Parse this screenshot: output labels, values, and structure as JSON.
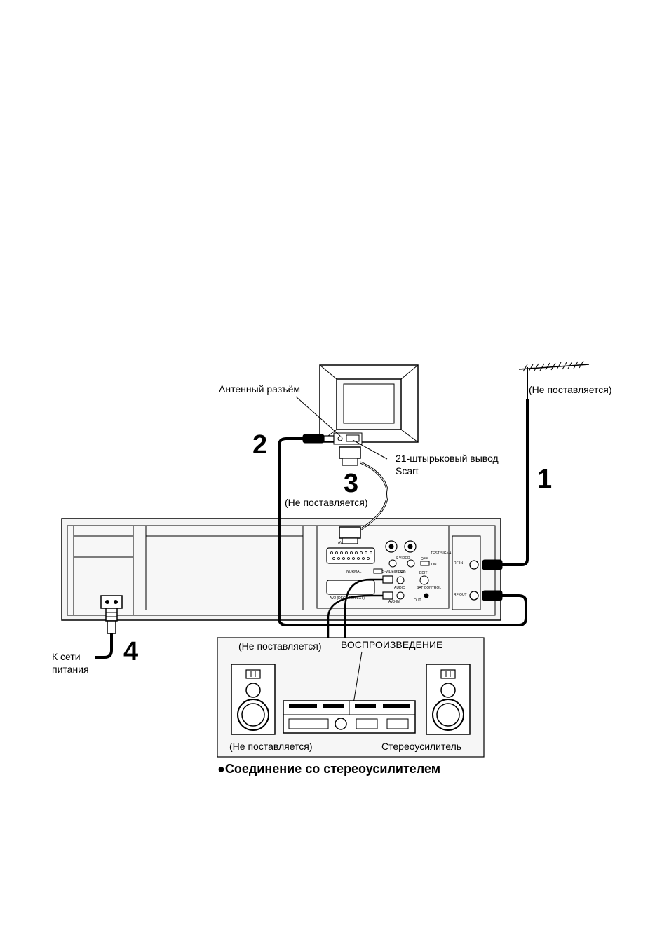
{
  "labels": {
    "antenna_socket": "Антенный разъём",
    "not_supplied_antenna": "(Не поставляется)",
    "scart_line1": "21-штырьковый вывод",
    "scart_line2": "Scart",
    "not_supplied_scart": "(Не поставляется)",
    "mains_line1": "К сети",
    "mains_line2": "питания",
    "not_supplied_amp_top": "(Не поставляется)",
    "playback": "ВОСПРОИЗВЕДЕНИЕ",
    "not_supplied_amp_bottom": "(Не поставляется)",
    "stereo_amp": "Стереоусилитель"
  },
  "steps": [
    "1",
    "2",
    "3",
    "4"
  ],
  "caption": "●Соединение со стереоусилителем",
  "panel_text": {
    "av1": "AV1 (TV)",
    "av2": "AV2 (DECODER/EXT)",
    "av3": "AV3-IN",
    "svideo": "S-VIDEO",
    "normal": "NORMAL",
    "svideo_out": "S-VIDEO OUT",
    "video": "VIDEO",
    "audio": "AUDIO",
    "out": "OUT",
    "rf_in": "RF IN",
    "rf_out": "RF OUT",
    "test_signal": "TEST SIGNAL",
    "off": "OFF",
    "on": "ON",
    "sat_control": "SAT CONTROL",
    "edit": "EDIT"
  }
}
